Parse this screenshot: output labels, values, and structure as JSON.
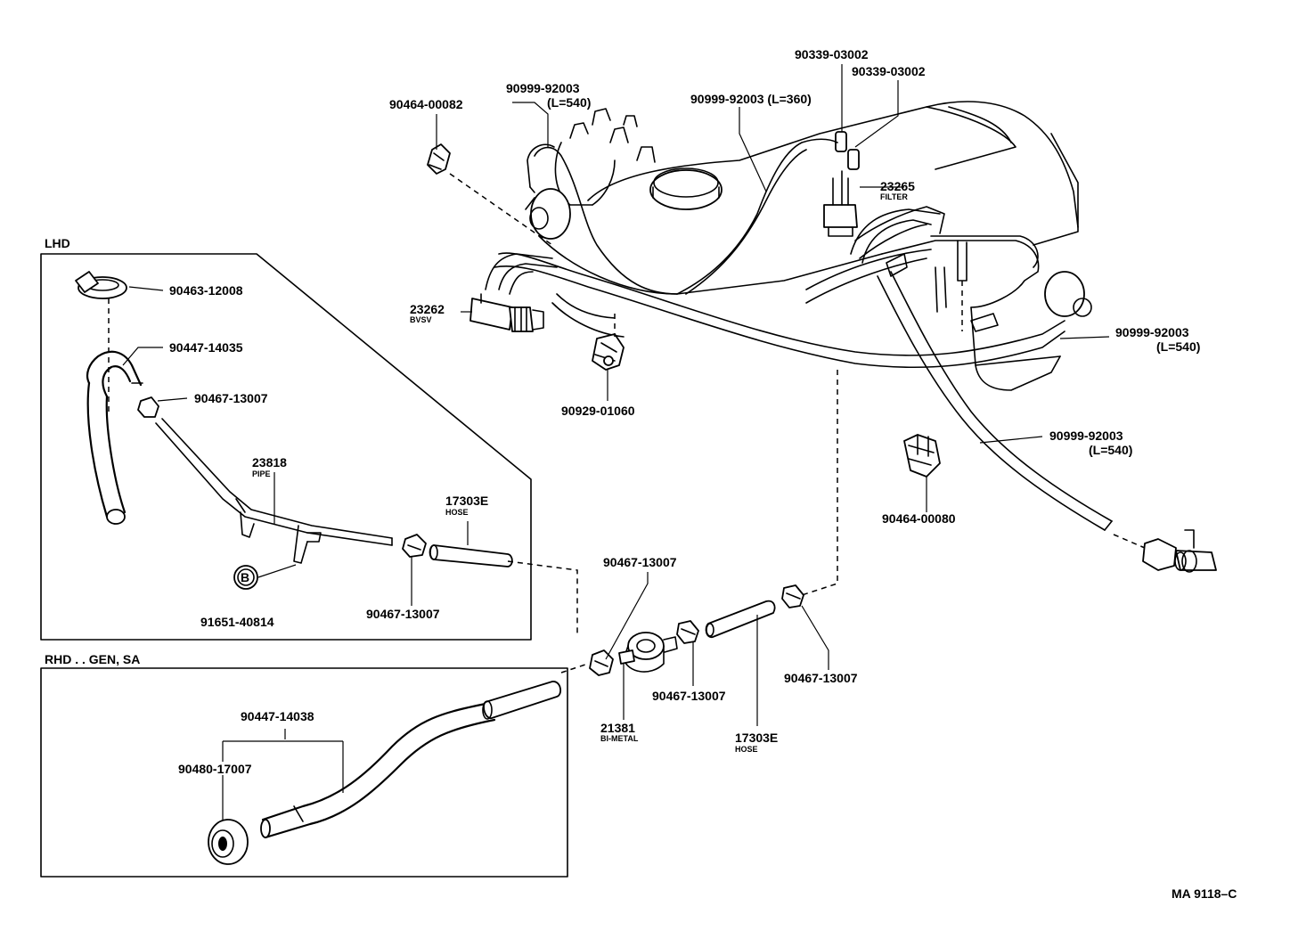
{
  "sections": {
    "lhd": "LHD",
    "rhd": "RHD . . GEN, SA"
  },
  "labels": {
    "p_90339_a": "90339-03002",
    "p_90339_b": "90339-03002",
    "p_90464_00082": "90464-00082",
    "p_90999_top": "90999-92003",
    "p_90999_top_len": "(L=540)",
    "p_90999_360": "90999-92003 (L=360)",
    "p_23265": "23265",
    "p_23265_sub": "FILTER",
    "p_23262": "23262",
    "p_23262_sub": "BVSV",
    "p_90929": "90929-01060",
    "p_90999_r1": "90999-92003",
    "p_90999_r1_len": "(L=540)",
    "p_90999_r2": "90999-92003",
    "p_90999_r2_len": "(L=540)",
    "p_90464_00080": "90464-00080",
    "p_90463": "90463-12008",
    "p_90447_14035": "90447-14035",
    "p_90467_lhd_top": "90467-13007",
    "p_23818": "23818",
    "p_23818_sub": "PIPE",
    "p_17303e_lhd": "17303E",
    "p_17303e_lhd_sub": "HOSE",
    "p_b_mark": "B",
    "p_91651": "91651-40814",
    "p_90467_lhd_bot": "90467-13007",
    "p_90467_mid_top": "90467-13007",
    "p_21381": "21381",
    "p_21381_sub": "BI-METAL",
    "p_90467_mid_bot": "90467-13007",
    "p_17303e_mid": "17303E",
    "p_17303e_mid_sub": "HOSE",
    "p_90467_right": "90467-13007",
    "p_90447_14038": "90447-14038",
    "p_90480": "90480-17007"
  },
  "drawing_code": "MA 9118–C"
}
